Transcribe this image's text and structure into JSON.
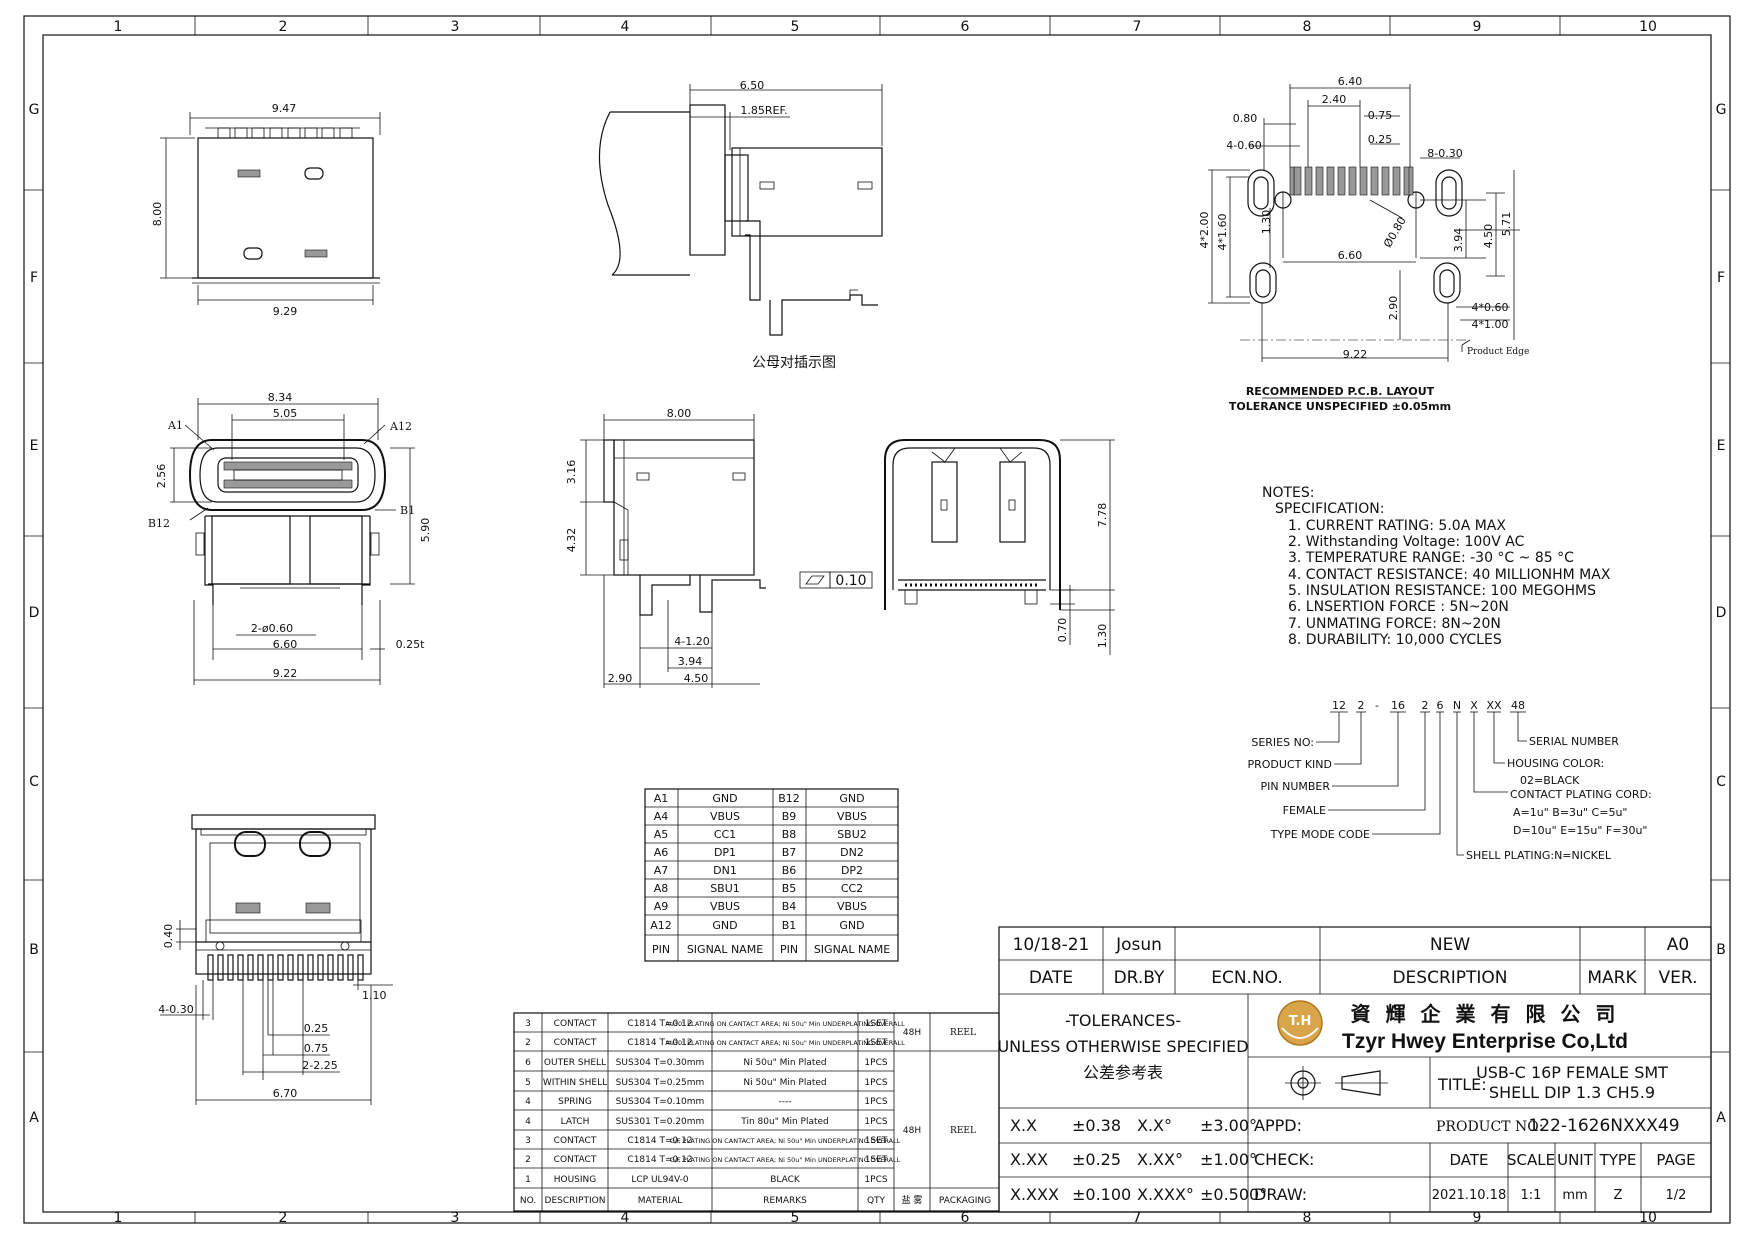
{
  "border": {
    "cols": [
      "1",
      "2",
      "3",
      "4",
      "5",
      "6",
      "7",
      "8",
      "9",
      "10"
    ],
    "rows": [
      "G",
      "F",
      "E",
      "D",
      "C",
      "B",
      "A"
    ]
  },
  "view1": {
    "top": "9.47",
    "left": "8.00",
    "bottom": "9.29"
  },
  "view2": {
    "d1": "6.50",
    "d2": "1.85REF.",
    "caption": "公母对插示图"
  },
  "pcb": {
    "d640": "6.40",
    "d240": "2.40",
    "d080": "0.80",
    "d075": "0.75",
    "d460": "4-0.60",
    "d025": "0.25",
    "d830": "8-0.30",
    "d4200": "4*2.00",
    "d4160": "4*1.60",
    "d130": "1.30",
    "d080b": "Ø0.80",
    "d660": "6.60",
    "d394": "3.94",
    "d450": "4.50",
    "d571": "5.71",
    "d290": "2.90",
    "d4060": "4*0.60",
    "d4100": "4*1.00",
    "d922": "9.22",
    "edge": "Product Edge",
    "title": "RECOMMENDED  P.C.B.  LAYOUT",
    "tol": "TOLERANCE  UNSPECIFIED  ±0.05mm"
  },
  "front": {
    "d834": "8.34",
    "d505": "5.05",
    "a1": "A1",
    "a12": "A12",
    "d256": "2.56",
    "b12": "B12",
    "b1": "B1",
    "d590": "5.90",
    "d2060": "2-ø0.60",
    "d660": "6.60",
    "d025t": "0.25t",
    "d922": "9.22"
  },
  "side": {
    "d800": "8.00",
    "d316": "3.16",
    "d432": "4.32",
    "d4120": "4-1.20",
    "d394": "3.94",
    "d290": "2.90",
    "d450": "4.50"
  },
  "end": {
    "flat": "0.10",
    "d778": "7.78",
    "d070": "0.70",
    "d130": "1.30"
  },
  "notes": {
    "header": "NOTES:",
    "sub": "SPECIFICATION:",
    "items": [
      "1.  CURRENT  RATING:  5.0A  MAX",
      "2.  Withstanding  Voltage:  100V  AC",
      "3.  TEMPERATURE  RANGE:  -30  °C  ~  85  °C",
      "4.  CONTACT  RESISTANCE:  40  MILLIONHM  MAX",
      "5.  INSULATION  RESISTANCE:  100  MEGOHMS",
      "6.  LNSERTION  FORCE  :  5N~20N",
      "7.  UNMATING  FORCE:  8N~20N",
      "8.  DURABILITY:     10,000  CYCLES"
    ]
  },
  "partcode": {
    "code": [
      "12",
      "2",
      "-",
      "16",
      "2",
      "6",
      "N",
      "X",
      "XX",
      "48"
    ],
    "series": "SERIES  NO:",
    "kind": "PRODUCT  KIND",
    "pin": "PIN  NUMBER",
    "female": "FEMALE",
    "type": "TYPE  MODE  CODE",
    "serial": "SERIAL  NUMBER",
    "color": "HOUSING  COLOR:",
    "black": "02=BLACK",
    "plating": "CONTACT  PLATING  CORD:",
    "pl1": "A=1u\"   B=3u\"   C=5u\"",
    "pl2": "D=10u\"  E=15u\"  F=30u\"",
    "shell": "SHELL  PLATING:N=NICKEL"
  },
  "bottomview": {
    "d040": "0.40",
    "d110": "1.10",
    "d4030": "4-0.30",
    "d025": "0.25",
    "d075": "0.75",
    "d2225": "2-2.25",
    "d670": "6.70"
  },
  "pintable": {
    "rows": [
      [
        "A1",
        "GND",
        "B12",
        "GND"
      ],
      [
        "A4",
        "VBUS",
        "B9",
        "VBUS"
      ],
      [
        "A5",
        "CC1",
        "B8",
        "SBU2"
      ],
      [
        "A6",
        "DP1",
        "B7",
        "DN2"
      ],
      [
        "A7",
        "DN1",
        "B6",
        "DP2"
      ],
      [
        "A8",
        "SBU1",
        "B5",
        "CC2"
      ],
      [
        "A9",
        "VBUS",
        "B4",
        "VBUS"
      ],
      [
        "A12",
        "GND",
        "B1",
        "GND"
      ]
    ],
    "header": [
      "PIN",
      "SIGNAL NAME",
      "PIN",
      "SIGNAL NAME"
    ]
  },
  "bom": {
    "rows": [
      [
        "3",
        "CONTACT",
        "C1814  T=0.12",
        "Au30\" PLATING ON CANTACT AREA; Ni 50u\" Min UNDERPLATING OVERALL",
        "1SET"
      ],
      [
        "2",
        "CONTACT",
        "C1814  T=0.12",
        "Au30\" PLATING ON CANTACT AREA; Ni 50u\" Min UNDERPLATING OVERALL",
        "1SET"
      ],
      [
        "6",
        "OUTER SHELL",
        "SUS304  T=0.30mm",
        "Ni 50u\" Min Plated",
        "1PCS"
      ],
      [
        "5",
        "WITHIN SHELL",
        "SUS304  T=0.25mm",
        "Ni 50u\" Min Plated",
        "1PCS"
      ],
      [
        "4",
        "SPRING",
        "SUS304  T=0.10mm",
        "----",
        "1PCS"
      ],
      [
        "4",
        "LATCH",
        "SUS301  T=0.20mm",
        "Tin 80u\" Min Plated",
        "1PCS"
      ],
      [
        "3",
        "CONTACT",
        "C1814  T=0.12",
        "G/F PLATING ON CANTACT AREA; Ni 50u\" Min UNDERPLATING OVERALL",
        "1SET"
      ],
      [
        "2",
        "CONTACT",
        "C1814  T=0.12",
        "G/F PLATING ON CANTACT AREA; Ni 50u\" Min UNDERPLATING OVERALL",
        "1SET"
      ],
      [
        "1",
        "HOUSING",
        "LCP  UL94V-0",
        "BLACK",
        "1PCS"
      ]
    ],
    "header": [
      "NO.",
      "DESCRIPTION",
      "MATERIAL",
      "REMARKS",
      "QTY",
      "盐 雾",
      "PACKAGING"
    ],
    "salt1": "48H",
    "pack1": "REEL",
    "salt2": "48H",
    "pack2": "REEL"
  },
  "titleblock": {
    "rev_date": "10/18-21",
    "rev_by": "Josun",
    "rev_desc": "NEW",
    "rev_ver": "A0",
    "h_date": "DATE",
    "h_drby": "DR.BY",
    "h_ecn": "ECN.NO.",
    "h_desc": "DESCRIPTION",
    "h_mark": "MARK",
    "h_ver": "VER.",
    "tol1": "-TOLERANCES-",
    "tol2": "UNLESS OTHERWISE SPECIFIED",
    "tol3": "公差参考表",
    "logo": "T.H",
    "company_cn": "資 輝 企 業 有 限 公 司",
    "company_en": "Tzyr Hwey Enterprise Co,Ltd",
    "title_label": "TITLE:",
    "title1": "USB-C 16P FEMALE SMT",
    "title2": "SHELL DIP 1.3 CH5.9",
    "tol_rows": [
      [
        "X.X",
        "±0.38",
        "X.X°",
        "±3.00°"
      ],
      [
        "X.XX",
        "±0.25",
        "X.XX°",
        "±1.00°"
      ],
      [
        "X.XXX",
        "±0.100",
        "X.XXX°",
        "±0.500°"
      ]
    ],
    "appd": "APPD:",
    "check": "CHECK:",
    "draw": "DRAW:",
    "pn_label": "PRODUCT NO:",
    "pn": "122-1626NXXX49",
    "f_date": "DATE",
    "f_scale": "SCALE",
    "f_unit": "UNIT",
    "f_type": "TYPE",
    "f_page": "PAGE",
    "v_date": "2021.10.18",
    "v_scale": "1:1",
    "v_unit": "mm",
    "v_type": "Z",
    "v_page": "1/2"
  }
}
